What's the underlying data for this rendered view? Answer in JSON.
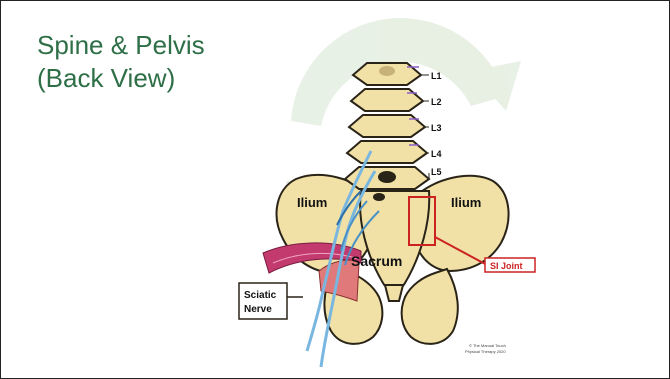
{
  "slide": {
    "title_line1": "Spine & Pelvis",
    "title_line2": "(Back View)"
  },
  "diagram": {
    "vertebra_labels": [
      "L1",
      "L2",
      "L3",
      "L4",
      "L5"
    ],
    "ilium_left": "Ilium",
    "ilium_right": "Ilium",
    "sacrum": "Sacrum",
    "si_joint": "SI Joint",
    "sciatic_line1": "Sciatic",
    "sciatic_line2": "Nerve",
    "credit_line1": "© The Manual Touch",
    "credit_line2": "Physical Therapy 2020"
  },
  "colors": {
    "title": "#2e6f47",
    "bone": "#f1e1a6",
    "bone_outline": "#2a2418",
    "nerve": "#7ab7e0",
    "muscle": "#c23a6e",
    "si_box": "#cc2222",
    "watermark": "#e6efe2"
  }
}
